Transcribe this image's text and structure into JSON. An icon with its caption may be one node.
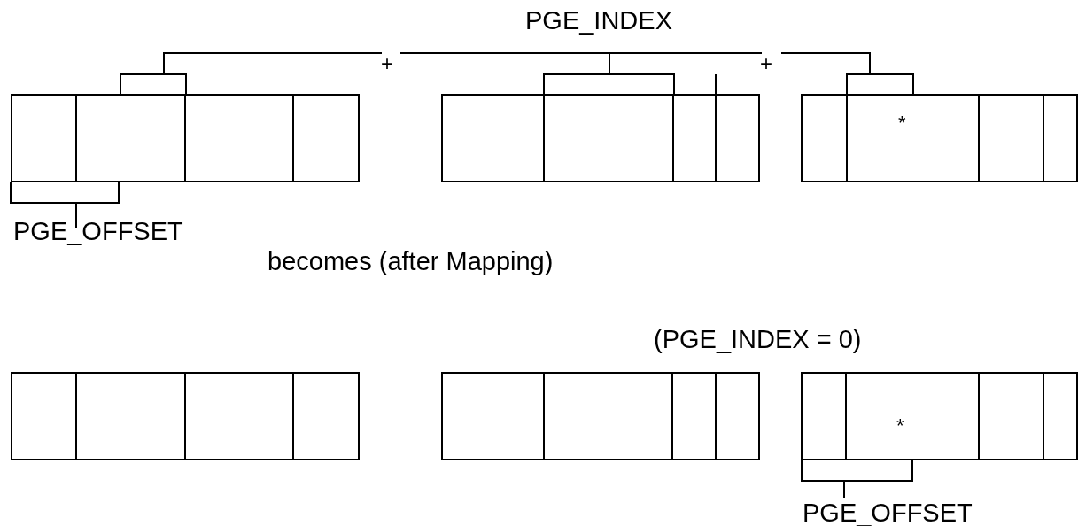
{
  "diagram": {
    "nodes": [
      {
        "text": [],
        "shape": "box"
      },
      {
        "text": [],
        "shape": "box"
      },
      {
        "text": [],
        "shape": "box"
      },
      {
        "text": [
          "*"
        ],
        "in": 2
      },
      {
        "text": [],
        "shape": "box"
      },
      {
        "text": [],
        "shape": "box"
      },
      {
        "text": [],
        "shape": "box"
      },
      {
        "text": [
          "*"
        ],
        "in": 6
      }
    ],
    "labels": [
      "PGE_INDEX",
      "+",
      "+",
      "PGE_OFFSET",
      "becomes (after Mapping)",
      "(PGE_INDEX = 0)",
      "PGE_OFFSET"
    ]
  }
}
